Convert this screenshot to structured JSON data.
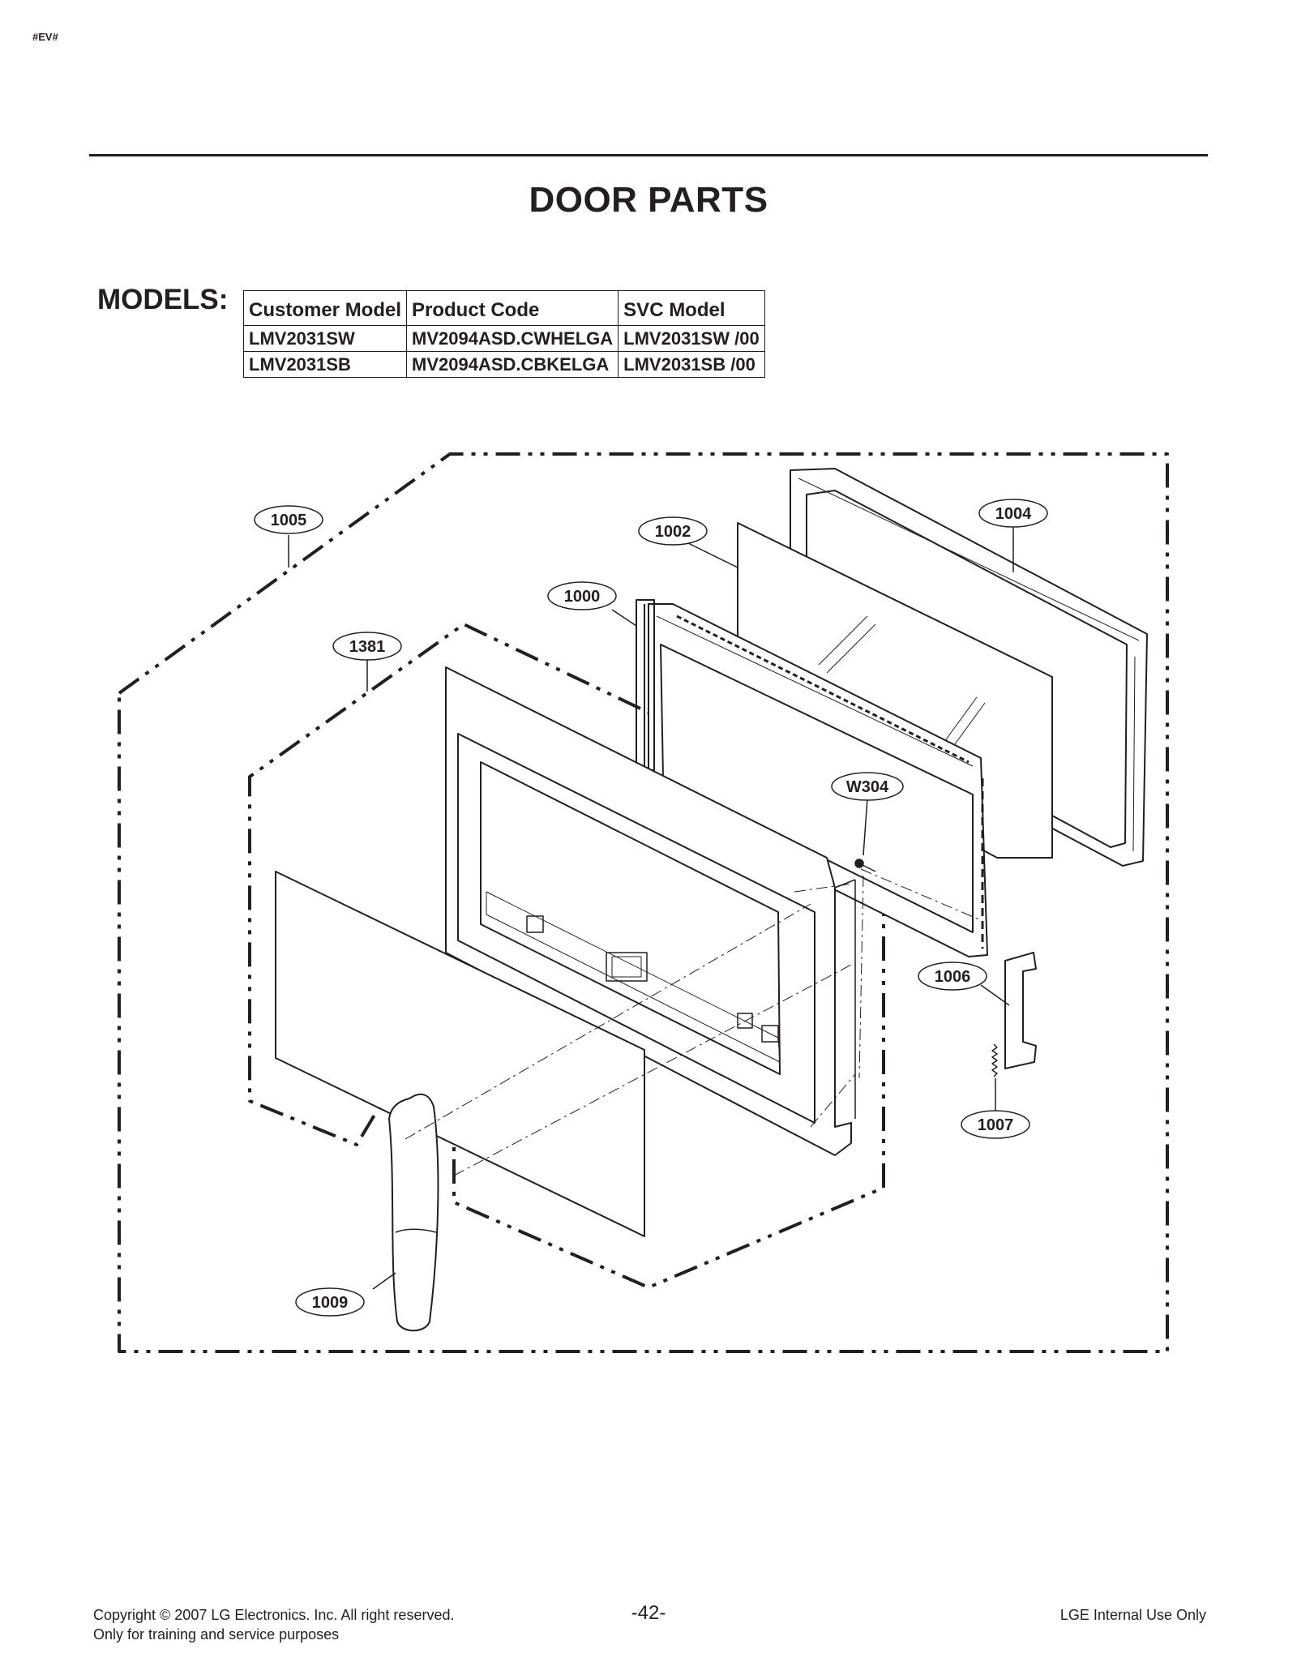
{
  "corner_tag": "#EV#",
  "title": "DOOR PARTS",
  "models": {
    "label": "MODELS:",
    "headers": [
      "Customer Model",
      "Product Code",
      "SVC Model"
    ],
    "rows": [
      [
        "LMV2031SW",
        "MV2094ASD.CWHELGA",
        "LMV2031SW /00"
      ],
      [
        "LMV2031SB",
        "MV2094ASD.CBKELGA",
        "LMV2031SB /00"
      ]
    ]
  },
  "callouts": {
    "c1005": "1005",
    "c1002": "1002",
    "c1004": "1004",
    "c1000": "1000",
    "c1381": "1381",
    "cW304": "W304",
    "c1006": "1006",
    "c1007": "1007",
    "c1009": "1009"
  },
  "footer": {
    "copyright": "Copyright © 2007 LG Electronics. Inc. All right reserved.",
    "purpose": "Only for training and service purposes",
    "page": "-42-",
    "internal": "LGE Internal Use Only"
  }
}
